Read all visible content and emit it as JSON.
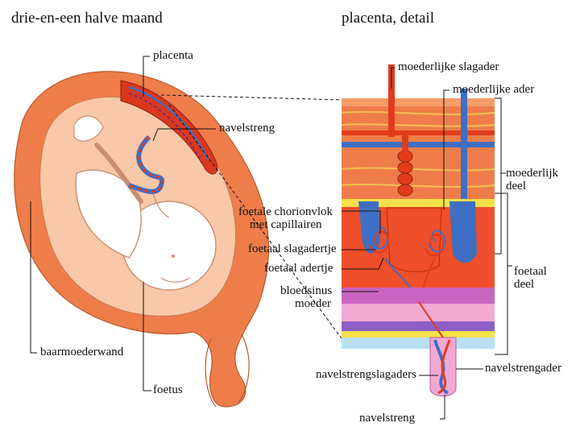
{
  "titles": {
    "left": "drie-en-een halve maand",
    "right": "placenta, detail"
  },
  "labels": {
    "placenta": "placenta",
    "navelstreng_left": "navelstreng",
    "baarmoederwand": "baarmoederwand",
    "foetus": "foetus",
    "moederlijke_slagader": "moederlijke slagader",
    "moederlijke_ader": "moederlijke ader",
    "moederlijk_deel_line1": "moederlijk",
    "moederlijk_deel_line2": "deel",
    "foetaal_deel_line1": "foetaal",
    "foetaal_deel_line2": "deel",
    "foetale_chorionvlok_line1": "foetale chorionvlok",
    "foetale_chorionvlok_line2": "met capillairen",
    "foetaal_slagadertje": "foetaal slagadertje",
    "foetaal_adertje": "foetaal adertje",
    "bloedsinus_line1": "bloedsinus",
    "bloedsinus_line2": "moeder",
    "navelstrengslagaders": "navelstrengslagaders",
    "navelstrengader": "navelstrengader",
    "navelstreng_bottom": "navelstreng"
  },
  "colors": {
    "uterus_outer": "#ee7d4a",
    "uterus_inner": "#f8c8a8",
    "placenta_red": "#d9381e",
    "artery_red": "#e23b1c",
    "vein_blue": "#3f6fc4",
    "fetus_fill": "#ffffff",
    "fetus_stroke": "#c98e70",
    "yellow_band": "#f5e04a",
    "pink_layer": "#f2a9d2",
    "purple_layer": "#8d5fc6"
  }
}
